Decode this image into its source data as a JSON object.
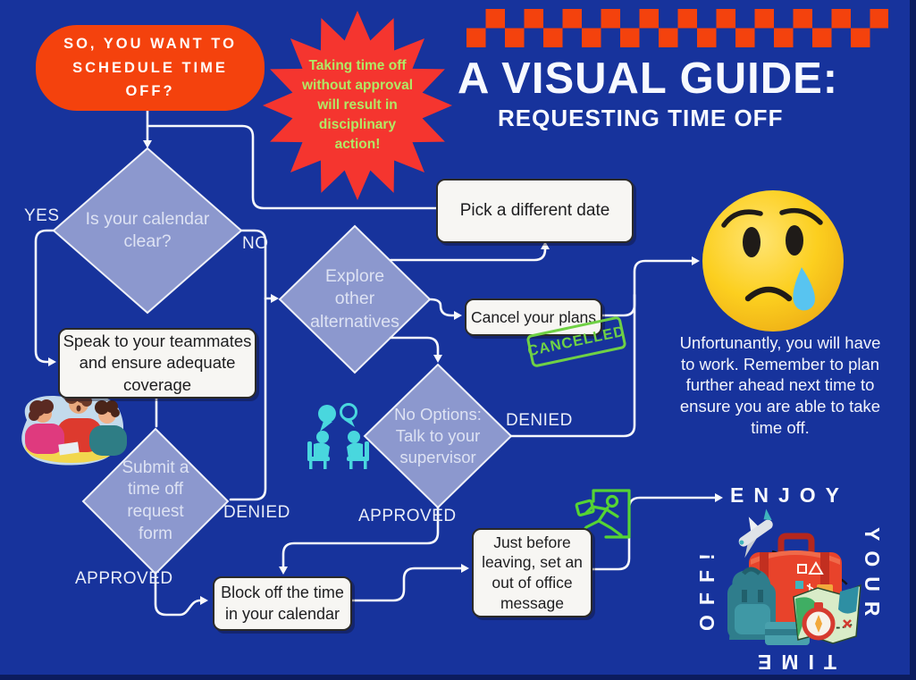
{
  "header": {
    "start_badge": "SO, YOU WANT TO SCHEDULE TIME OFF?",
    "warning_burst": "Taking time off without approval will result in disciplinary action!",
    "title": "A VISUAL GUIDE:",
    "subtitle": "REQUESTING TIME OFF"
  },
  "flowchart": {
    "decisions": {
      "calendar_clear": "Is your calendar clear?",
      "explore_alternatives": "Explore other alternatives",
      "no_options": "No Options: Talk to your supervisor",
      "submit_form": "Submit a time off request form"
    },
    "steps": {
      "speak_teammates": "Speak to your teammates and ensure adequate coverage",
      "pick_date": "Pick a different date",
      "cancel_plans": "Cancel your plans",
      "block_time": "Block off the time in your calendar",
      "ooo_message": "Just before leaving, set an out of office message"
    },
    "labels": {
      "yes": "YES",
      "no": "NO",
      "denied": "DENIED",
      "approved": "APPROVED"
    },
    "stamp": "CANCELLED"
  },
  "outcomes": {
    "work_text": "Unfortunantly, you will have to work. Remember to plan further ahead next time to ensure you are able to take time off.",
    "enjoy_word": "ENJOY",
    "your_word": "YOUR",
    "time_word": "TIME",
    "off_word": "OFF!"
  },
  "icons": {
    "sad_emoji": "sad-crying-emoji",
    "talk": "supervisor-meeting-icon",
    "runner": "leaving-office-icon",
    "teammates": "teammates-illustration",
    "travel": "travel-luggage-illustration"
  },
  "colors": {
    "background": "#17339c",
    "accent_orange": "#f4420d",
    "burst_red": "#f5352f",
    "burst_text_green": "#b2e865",
    "diamond_fill": "#8c98ce",
    "line_white": "#f8f9fc",
    "box_bg": "#f7f6f3",
    "stamp_green": "#6fd145",
    "icon_teal": "#49d7de",
    "icon_green": "#55d434",
    "emoji_yellow": "#fccf1f",
    "tear_blue": "#58c4f0"
  }
}
